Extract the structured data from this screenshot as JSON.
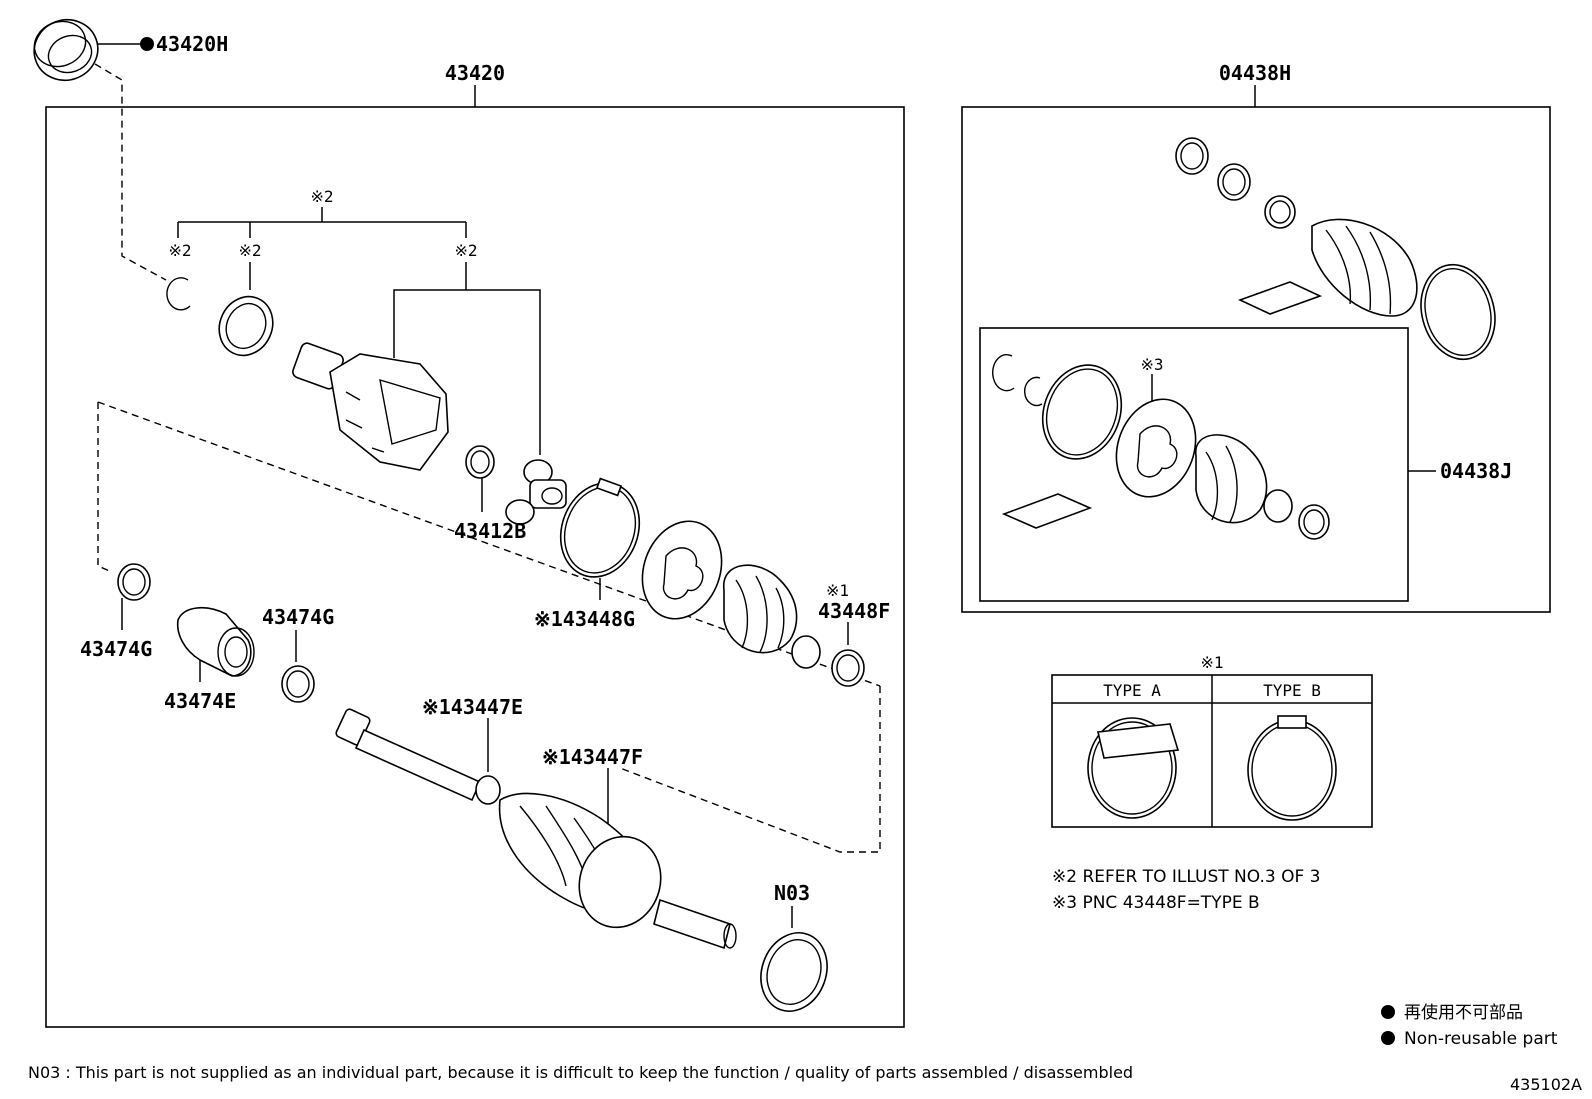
{
  "labels": {
    "p43420H": "43420H",
    "p43420": "43420",
    "p04438H": "04438H",
    "p04438J": "04438J",
    "ref2_top": "※2",
    "ref2_a": "※2",
    "ref2_b": "※2",
    "ref2_c": "※2",
    "ref3_kit": "※3",
    "p43412B": "43412B",
    "ref1_43448F": "※1",
    "p43448F": "43448F",
    "p43448G": "※143448G",
    "p43474G_left": "43474G",
    "p43474G_mid": "43474G",
    "p43474E": "43474E",
    "p43447E": "※143447E",
    "p43447F": "※143447F",
    "pN03": "N03"
  },
  "types": {
    "ref": "※1",
    "type_a": "TYPE A",
    "type_b": "TYPE B"
  },
  "notes": {
    "note2": "※2 REFER TO ILLUST NO.3 OF 3",
    "note3": "※3 PNC 43448F=TYPE B"
  },
  "legend": {
    "jp": "再使用不可部品",
    "en": "Non-reusable part"
  },
  "footer": {
    "n03_note": "N03 : This part is not supplied as an individual part, because it is difficult to keep the function / quality of parts  assembled / disassembled",
    "illust_no": "435102A"
  }
}
